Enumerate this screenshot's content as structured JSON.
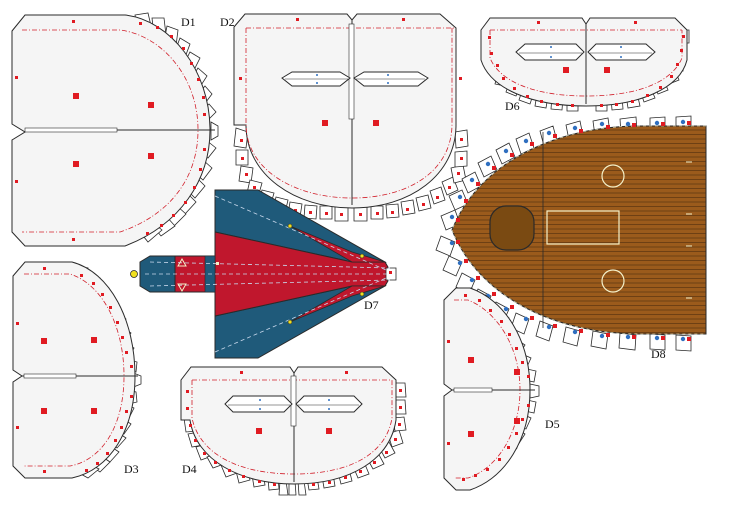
{
  "labels": {
    "d1": "D1",
    "d2": "D2",
    "d3": "D3",
    "d4": "D4",
    "d5": "D5",
    "d6": "D6",
    "d7": "D7",
    "d8": "D8"
  },
  "colors": {
    "outline": "#2a2a2a",
    "panel_fill": "#f5f5f5",
    "tab_fill": "#ffffff",
    "cut_line": "#d11f2a",
    "marker_red": "#e01b22",
    "marker_blue": "#2f6fc0",
    "deck_wood": "#9b5b1c",
    "deck_plank": "#5a3410",
    "hatch": "#7a4a12",
    "flag_red": "#c0172d",
    "flag_blue": "#1f5a7a",
    "cream": "#f4f0c8"
  }
}
